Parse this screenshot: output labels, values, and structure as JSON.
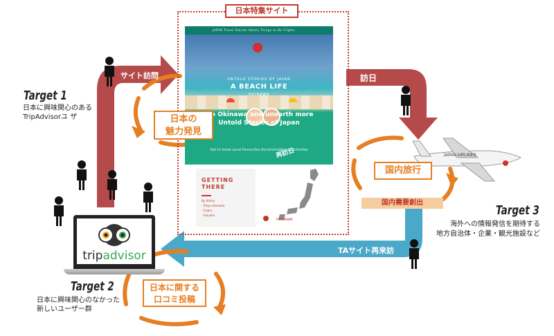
{
  "site": {
    "title": "日本特集サイト",
    "nav": "JAPAN  Travel  Stories  Hotels  Things to Do  Flights",
    "kicker": "UNTOLD STORIES OF JAPAN",
    "hero": "A BEACH LIFE",
    "sub": "OKINAWA",
    "headline_line1": "ple Okinawa and unearth more",
    "headline_line2": "Untold Stories of Japan",
    "links": "Get to know   Local Favourites   Accommodations   Activities",
    "revisit_label": "再訪日",
    "info_title_line1": "GETTING",
    "info_title_line2": "THERE",
    "info_small_1": "By Airline",
    "info_small_2": "· Tokyo (Haneda)",
    "info_small_3": "· Osaka",
    "info_small_4": "· Fukuoka",
    "map_label": "OKINAWA"
  },
  "loops": {
    "discovery": {
      "line1": "日本の",
      "line2": "魅力発見"
    },
    "domestic": "国内旅行",
    "demand": "国内需要創出",
    "posting": {
      "line1": "日本に関する",
      "line2": "口コミ投稿"
    }
  },
  "arrows": {
    "site_visit": "サイト訪問",
    "visit_japan": "訪日",
    "ta_revisit": "TAサイト再来訪"
  },
  "targets": {
    "t1": {
      "title": "Target 1",
      "desc_line1": "日本に興味関心のある",
      "desc_line2": "TripAdvisorユ ザ"
    },
    "t2": {
      "title": "Target 2",
      "desc_line1": "日本に興味関心のなかった",
      "desc_line2": "新しいユーザー群"
    },
    "t3": {
      "title": "Target 3",
      "desc_line1": "海外への情報発信を期待する",
      "desc_line2": "地方自治体・企業・観光施設など"
    }
  },
  "laptop": {
    "brand_pre": "trip",
    "brand_post": "advisor"
  },
  "colors": {
    "red_arrow": "#b54a4a",
    "blue_arrow": "#4aa8c8",
    "orange_loop": "#e67e22",
    "frame_red": "#c0392b"
  },
  "icons": [
    "person-icon",
    "airplane-icon",
    "owl-logo-icon",
    "japan-map-icon",
    "laptop-icon"
  ]
}
